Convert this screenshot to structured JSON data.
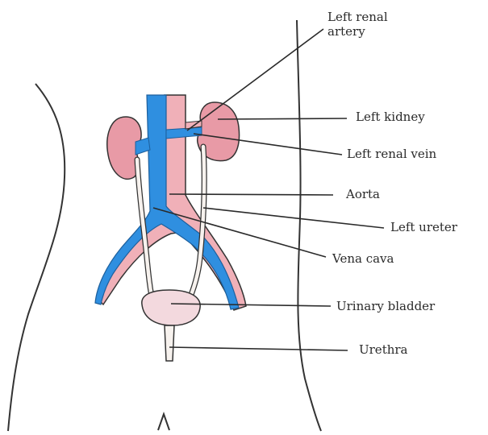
{
  "diagram": {
    "labels": {
      "left_renal_artery": [
        "Left renal",
        "artery"
      ],
      "left_kidney": "Left kidney",
      "left_renal_vein": "Left renal vein",
      "aorta": "Aorta",
      "left_ureter": "Left ureter",
      "vena_cava": "Vena cava",
      "urinary_bladder": "Urinary bladder",
      "urethra": "Urethra"
    },
    "colors": {
      "kidney": "#e89aa6",
      "aorta": "#f0b0b8",
      "vena_cava": "#2f8fe0",
      "ureter": "#f7f2ee",
      "bladder": "#f3d9de",
      "outline": "#333333",
      "leader": "#2a2a2a"
    },
    "icons": [
      "body-outline"
    ]
  }
}
